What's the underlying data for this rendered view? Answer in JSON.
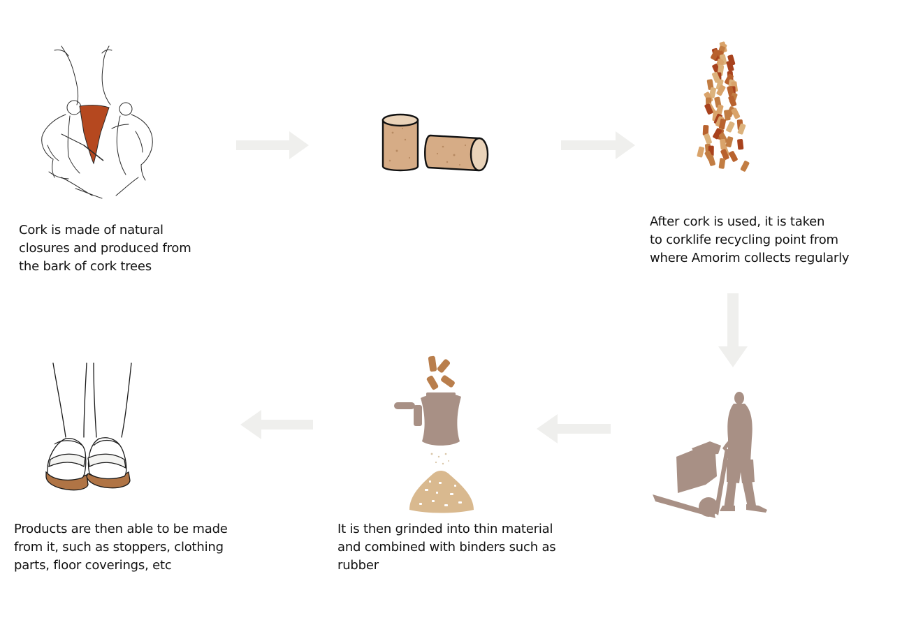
{
  "steps": [
    {
      "id": "harvest",
      "lines": [
        "Cork is made of natural",
        "closures and produced from",
        "the bark of cork trees"
      ]
    },
    {
      "id": "stoppers",
      "lines": []
    },
    {
      "id": "recycling",
      "lines": [
        "After cork is used, it is taken",
        "to corklife recycling point from",
        "where Amorim collects regularly"
      ]
    },
    {
      "id": "collection",
      "lines": []
    },
    {
      "id": "grinding",
      "lines": [
        "It is then grinded into thin material",
        "and combined with binders such as",
        "rubber"
      ]
    },
    {
      "id": "products",
      "lines": [
        "Products are then able to be made",
        "from it, such as stoppers, clothing",
        "parts, floor coverings, etc"
      ]
    }
  ],
  "icons": {
    "harvest": "cork-tree-harvest-icon",
    "stoppers": "cork-stoppers-icon",
    "recycling": "cork-pieces-icon",
    "collection": "person-with-hand-truck-icon",
    "grinding": "grinder-icon",
    "products": "cork-sandals-icon",
    "arrow": "flow-arrow-icon"
  },
  "colors": {
    "cork_light": "#d9b98f",
    "cork_mid": "#c48a52",
    "cork_dark": "#a8421d",
    "silhouette": "#a89085",
    "arrow": "#efefed",
    "outline": "#1a1a1a"
  }
}
